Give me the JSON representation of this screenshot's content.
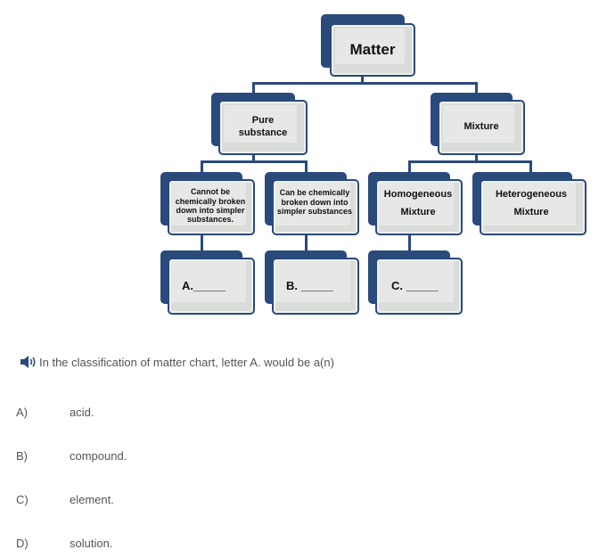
{
  "diagram": {
    "root": "Matter",
    "pure_substance": "Pure substance",
    "mixture": "Mixture",
    "cannot_broken": "Cannot be chemically broken down into simpler substances.",
    "can_broken": "Can be chemically broken down into simpler substances",
    "homogeneous": "Homogeneous Mixture",
    "heterogeneous": "Heterogeneous Mixture",
    "blank_a": "A._____",
    "blank_b": "B. _____",
    "blank_c": "C. _____"
  },
  "question": {
    "icon": "speaker-icon",
    "text": "In the classification of matter chart, letter A. would be a(n)"
  },
  "options": [
    {
      "letter": "A)",
      "text": "acid."
    },
    {
      "letter": "B)",
      "text": "compound."
    },
    {
      "letter": "C)",
      "text": "element."
    },
    {
      "letter": "D)",
      "text": "solution."
    }
  ],
  "colors": {
    "box_border": "#2a4a7c",
    "box_fill": "#d9dcd8",
    "text_gray": "#555555"
  }
}
